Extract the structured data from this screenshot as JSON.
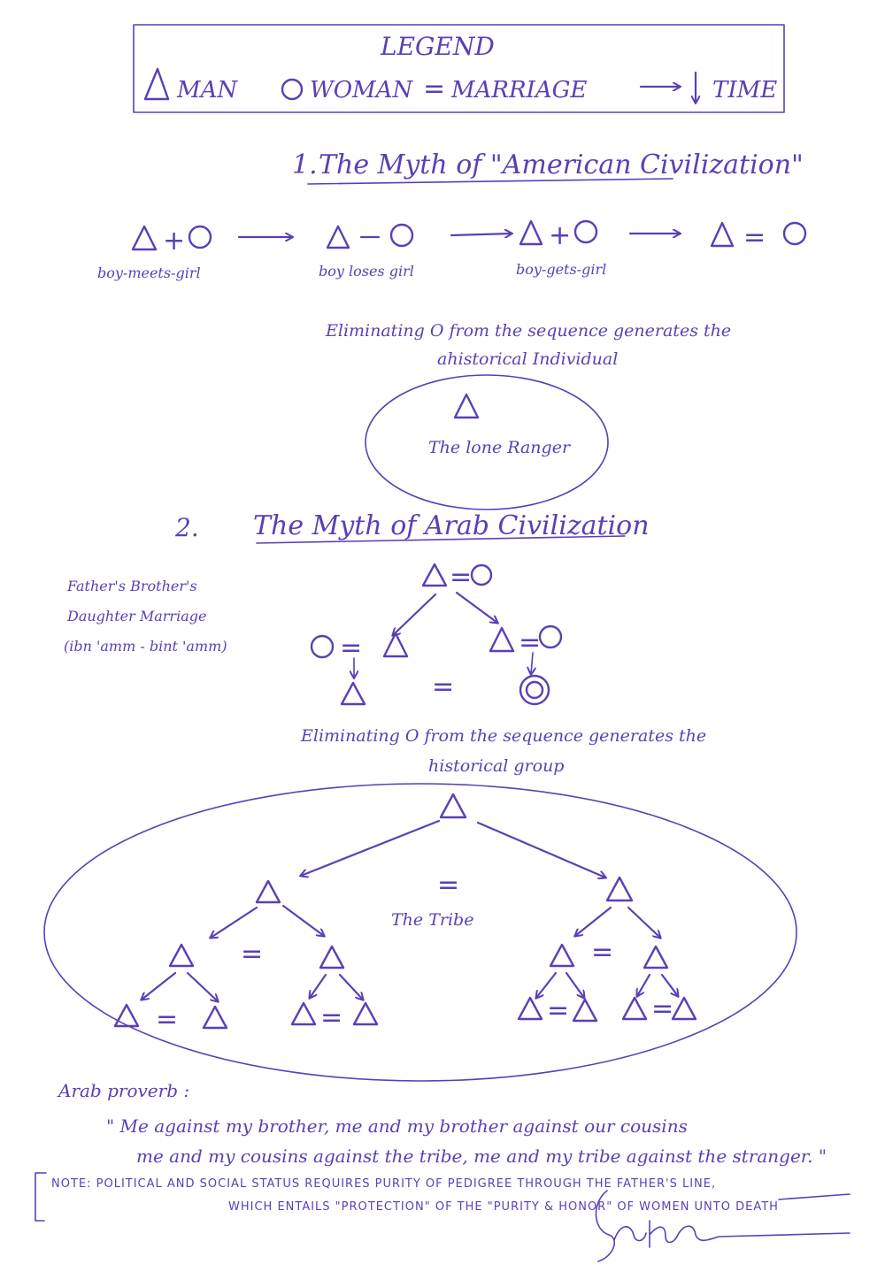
{
  "legend": {
    "title": "LEGEND",
    "man": "MAN",
    "woman": "WOMAN",
    "marriage": "MARRIAGE",
    "time": "TIME"
  },
  "section1": {
    "number": "1.",
    "title": "The Myth of \"American Civilization\"",
    "captions": [
      "boy-meets-girl",
      "boy loses girl",
      "boy-gets-girl"
    ],
    "note_line1": "Eliminating O from the sequence generates the",
    "note_line2": "ahistorical Individual",
    "oval_label": "The lone Ranger"
  },
  "section2": {
    "number": "2.",
    "title": "The Myth of Arab Civilization",
    "side_line1": "Father's Brother's",
    "side_line2": "Daughter Marriage",
    "side_line3": "(ibn 'amm - bint 'amm)",
    "note_line1": "Eliminating O from the sequence generates the",
    "note_line2": "historical group",
    "tribe_label": "The Tribe"
  },
  "proverb": {
    "heading": "Arab proverb :",
    "line1": "\" Me against my brother, me and my brother against our cousins",
    "line2": "me and my cousins against the tribe, me and my tribe against the stranger. \""
  },
  "note": {
    "line1": "NOTE: POLITICAL AND SOCIAL STATUS REQUIRES PURITY OF PEDIGREE THROUGH THE FATHER'S LINE,",
    "line2": "WHICH ENTAILS \"PROTECTION\" OF THE \"PURITY & HONOR\" OF WOMEN UNTO DEATH"
  },
  "colors": {
    "ink": "#5b3fb6",
    "paper": "#ffffff"
  }
}
